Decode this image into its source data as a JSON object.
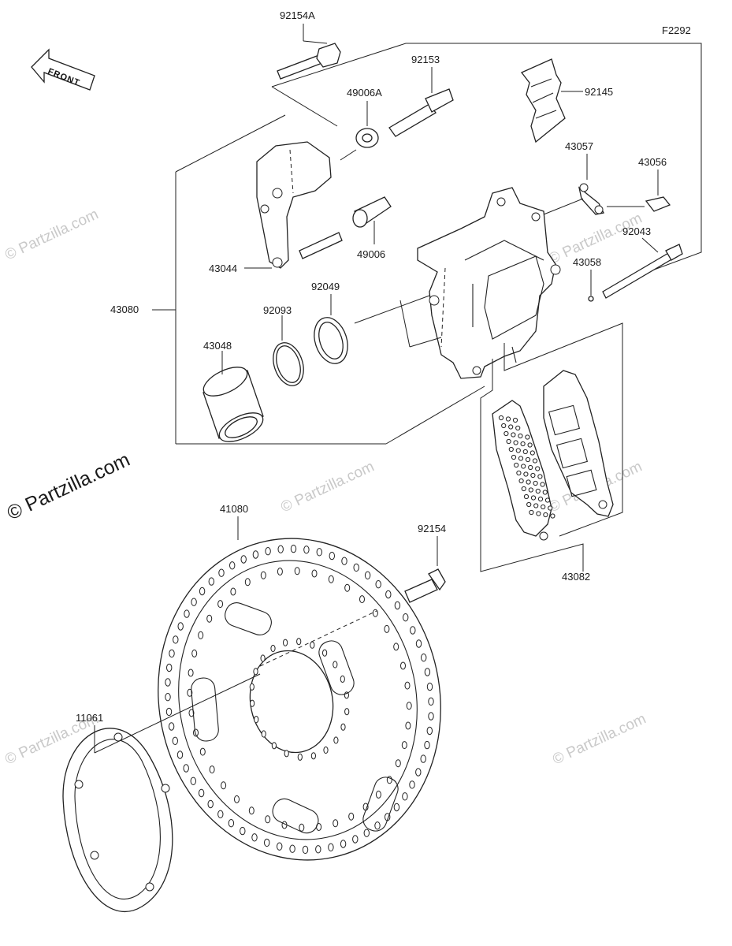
{
  "figure_code": "F2292",
  "front_label": "FRONT",
  "watermark_main": "© Partzilla.com",
  "watermark_faint": "© Partzilla.com",
  "parts": {
    "p92154A": "92154A",
    "p92153": "92153",
    "p49006A": "49006A",
    "p92145": "92145",
    "p43057": "43057",
    "p43056": "43056",
    "p92043": "92043",
    "p43058": "43058",
    "p43044": "43044",
    "p49006": "49006",
    "p43080": "43080",
    "p92093": "92093",
    "p92049": "92049",
    "p43048": "43048",
    "p41080": "41080",
    "p92154": "92154",
    "p43082": "43082",
    "p11061": "11061"
  }
}
